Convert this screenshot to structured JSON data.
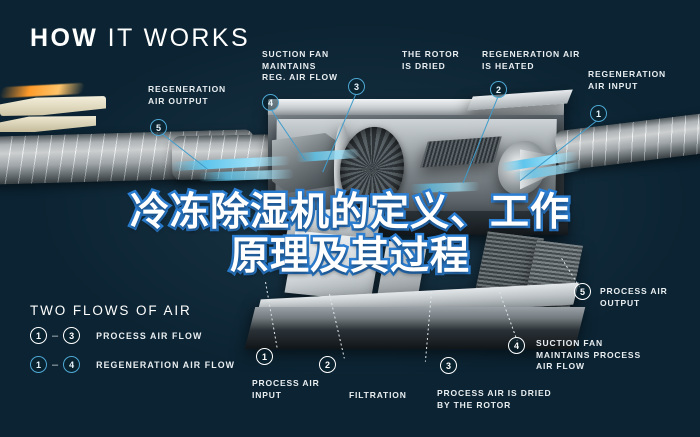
{
  "headline": {
    "bold": "HOW",
    "light": "IT WORKS"
  },
  "overlay": {
    "line1": "冷冻除湿机的定义、工作",
    "line2": "原理及其过程"
  },
  "colors": {
    "background": "#0a2230",
    "accent_blue": "#4ea8d4",
    "flow_blue": "#5fc5ec",
    "heater_orange": "#ff9b2a",
    "text": "#e9eef1",
    "overlay_stroke": "#2b7fd4"
  },
  "callouts_top": [
    {
      "num": "5",
      "label": "REGENERATION\nAIR OUTPUT",
      "style": "blue"
    },
    {
      "num": "4",
      "label": "SUCTION FAN\nMAINTAINS\nREG. AIR FLOW",
      "style": "blue"
    },
    {
      "num": "3",
      "label": "THE ROTOR\nIS DRIED",
      "style": "blue"
    },
    {
      "num": "2",
      "label": "REGENERATION AIR\nIS HEATED",
      "style": "blue"
    },
    {
      "num": "1",
      "label": "REGENERATION\nAIR INPUT",
      "style": "blue"
    }
  ],
  "callouts_bottom": [
    {
      "num": "1",
      "label": "PROCESS AIR\nINPUT",
      "style": "white"
    },
    {
      "num": "2",
      "label": "FILTRATION",
      "style": "white"
    },
    {
      "num": "3",
      "label": "PROCESS AIR IS DRIED\nBY THE ROTOR",
      "style": "white"
    },
    {
      "num": "4",
      "label": "SUCTION FAN\nMAINTAINS PROCESS\nAIR FLOW",
      "style": "white"
    },
    {
      "num": "5",
      "label": "PROCESS AIR\nOUTPUT",
      "style": "white"
    }
  ],
  "legend": {
    "title": "TWO FLOWS OF AIR",
    "rows": [
      {
        "from": "1",
        "dash": "–",
        "to": "3",
        "label": "PROCESS AIR FLOW",
        "style": "white"
      },
      {
        "from": "1",
        "dash": "–",
        "to": "4",
        "label": "REGENERATION AIR FLOW",
        "style": "blue"
      }
    ]
  }
}
